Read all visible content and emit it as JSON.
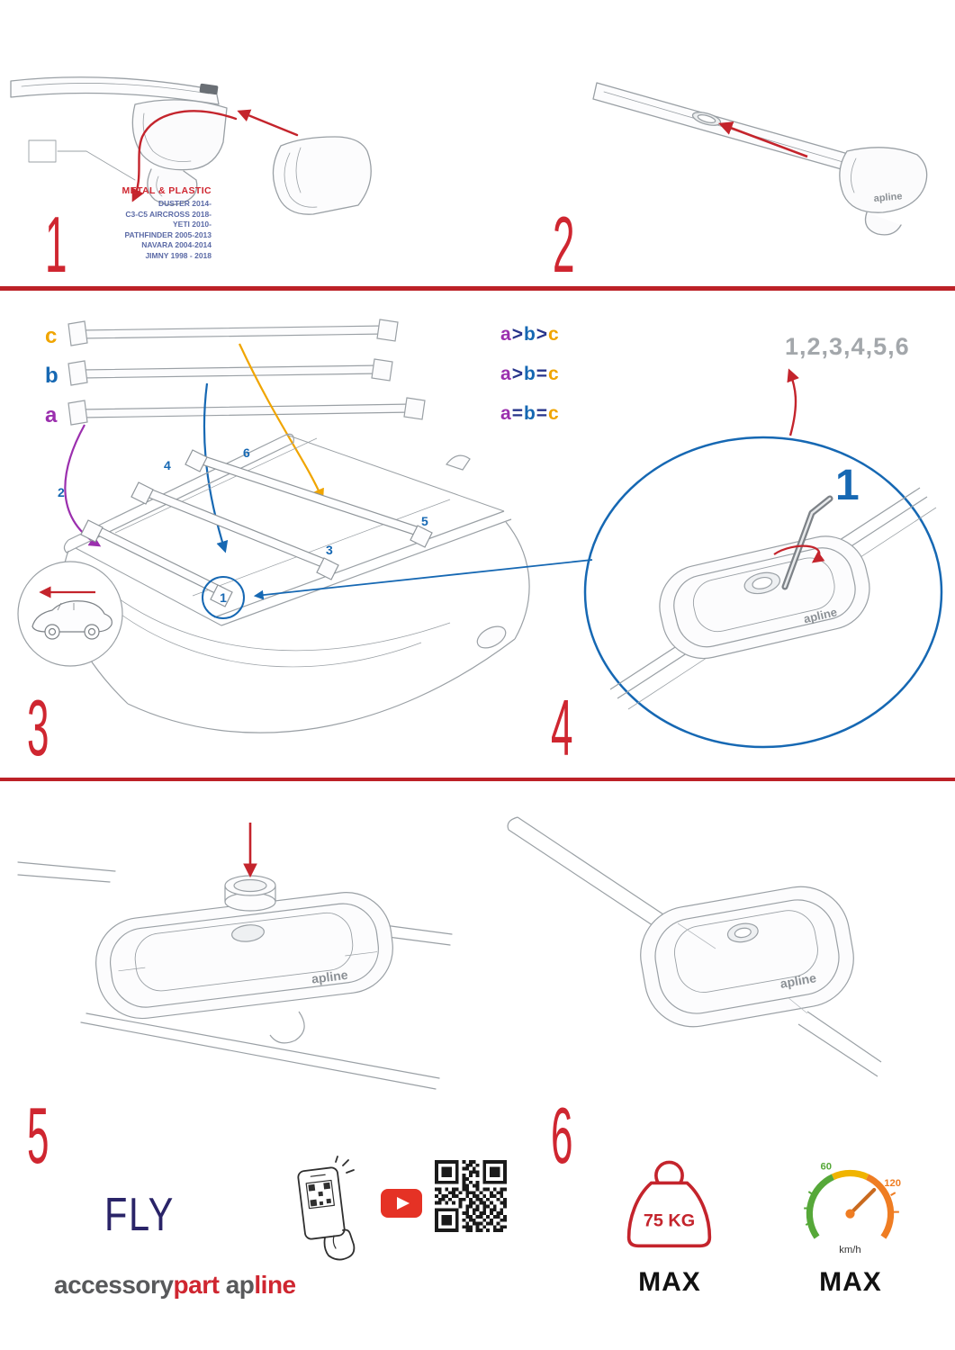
{
  "branding": {
    "logo": "apline"
  },
  "colors": {
    "red": "#cf2630",
    "blue": "#1668b3",
    "purple": "#9b2fae",
    "orange": "#f0a500",
    "navy": "#2a2468",
    "gray_sequence": "#a3a7ab",
    "green": "#56a839",
    "speed_orange": "#ef7d23"
  },
  "steps": {
    "s1": {
      "number": "1",
      "material_label": "METAL & PLASTIC",
      "models": [
        "DUSTER 2014-",
        "C3-C5 AIRCROSS 2018-",
        "YETI 2010-",
        "PATHFINDER 2005-2013",
        "NAVARA 2004-2014",
        "JIMNY 1998 - 2018"
      ]
    },
    "s2": {
      "number": "2"
    },
    "s3": {
      "number": "3",
      "bar_labels": [
        "c",
        "b",
        "a"
      ],
      "legend": [
        {
          "a": "a",
          "op1": ">",
          "b": "b",
          "op2": ">",
          "c": "c"
        },
        {
          "a": "a",
          "op1": ">",
          "b": "b",
          "op2": "=",
          "c": "c"
        },
        {
          "a": "a",
          "op1": "=",
          "b": "b",
          "op2": "=",
          "c": "c"
        }
      ],
      "positions": [
        "1",
        "2",
        "3",
        "4",
        "5",
        "6"
      ]
    },
    "s4": {
      "number": "4",
      "sequence": "1,2,3,4,5,6",
      "highlight": "1"
    },
    "s5": {
      "number": "5"
    },
    "s6": {
      "number": "6"
    }
  },
  "footer": {
    "product": "FLY",
    "brand": {
      "part1": "accessory",
      "part2": "part",
      "part3": "ap",
      "part4": "line"
    },
    "weight": {
      "value": "75 KG",
      "max": "MAX"
    },
    "speed": {
      "low": "60",
      "high": "120",
      "unit": "km/h",
      "max": "MAX"
    },
    "qr_rows": [
      "111111101011001111111",
      "100000100110101000001",
      "101110101101001011101",
      "101110100011101011101",
      "101110101010101011101",
      "100000101100001000001",
      "111111101010101111111",
      "000000001101100000000",
      "110101101100101101011",
      "010011010111010010110",
      "101101100101101011010",
      "011010011010110100101",
      "110101010011011010011",
      "000000010110101101001",
      "111111100101101011010",
      "100000101101011010110",
      "101110100110110101101",
      "101110101011001010011",
      "101110100101110110100",
      "100000101110101001011",
      "111111100110110101110"
    ]
  }
}
